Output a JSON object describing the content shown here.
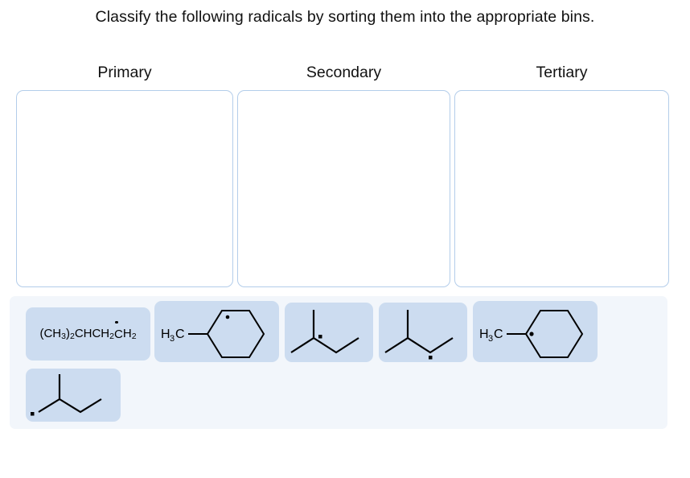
{
  "prompt": {
    "text": "Classify the following radicals by sorting them into the appropriate bins."
  },
  "bins": [
    {
      "id": "primary",
      "label": "Primary",
      "items": []
    },
    {
      "id": "secondary",
      "label": "Secondary",
      "items": []
    },
    {
      "id": "tertiary",
      "label": "Tertiary",
      "items": []
    }
  ],
  "tray": {
    "label": "radical-tiles-tray",
    "tiles": [
      {
        "id": "tile-1",
        "kind": "text-formula",
        "name": "isopentyl-radical-formula",
        "formula_parts": [
          "(CH",
          "3",
          ")",
          "2",
          "CHCH",
          "2",
          "C",
          "H",
          "2"
        ],
        "formula_text": "(CH3)2CHCH2CH2",
        "radical_position": "terminal-ch2",
        "description": "3-methylbutyl radical written as condensed formula with radical dot on the terminal carbon"
      },
      {
        "id": "tile-2",
        "kind": "structure",
        "name": "methylcyclohexane-radical-ortho",
        "label": "H3C",
        "label_text": "H3C",
        "skeleton": "methylcyclohexane",
        "radical_position": "ring-carbon-adjacent-top-left",
        "description": "Methylcyclohexane with radical dot on the ring carbon next to the methyl-bearing carbon"
      },
      {
        "id": "tile-3",
        "kind": "structure",
        "name": "methylbutane-radical-branch-carbon",
        "skeleton": "2-methylbutane",
        "radical_position": "branch-vertex",
        "description": "2-methylbutane skeleton with radical dot at the branching carbon"
      },
      {
        "id": "tile-4",
        "kind": "structure",
        "name": "methylbutane-radical-bottom-vertex",
        "skeleton": "2-methylbutane",
        "radical_position": "bottom-right-vertex",
        "description": "2-methylbutane skeleton with radical dot at the lower right CH2 vertex"
      },
      {
        "id": "tile-5",
        "kind": "structure",
        "name": "methylcyclohexane-radical-ipso",
        "label": "H3C",
        "label_text": "H3C",
        "skeleton": "methylcyclohexane",
        "radical_position": "ring-carbon-bearing-methyl",
        "description": "Methylcyclohexane with radical dot on the ring carbon that bears the methyl group"
      },
      {
        "id": "tile-6",
        "kind": "structure",
        "name": "methylbutane-radical-terminal-left",
        "skeleton": "2-methylbutane",
        "radical_position": "left-terminal",
        "description": "2-methylbutane skeleton with radical dot at the left terminal carbon"
      }
    ]
  },
  "colors": {
    "bin_border": "#b3cdea",
    "bin_fill": "#ffffff",
    "tray_background": "#f2f6fb",
    "tile_fill": "#ccdcf0",
    "bond_stroke": "#000000",
    "text": "#111111"
  }
}
